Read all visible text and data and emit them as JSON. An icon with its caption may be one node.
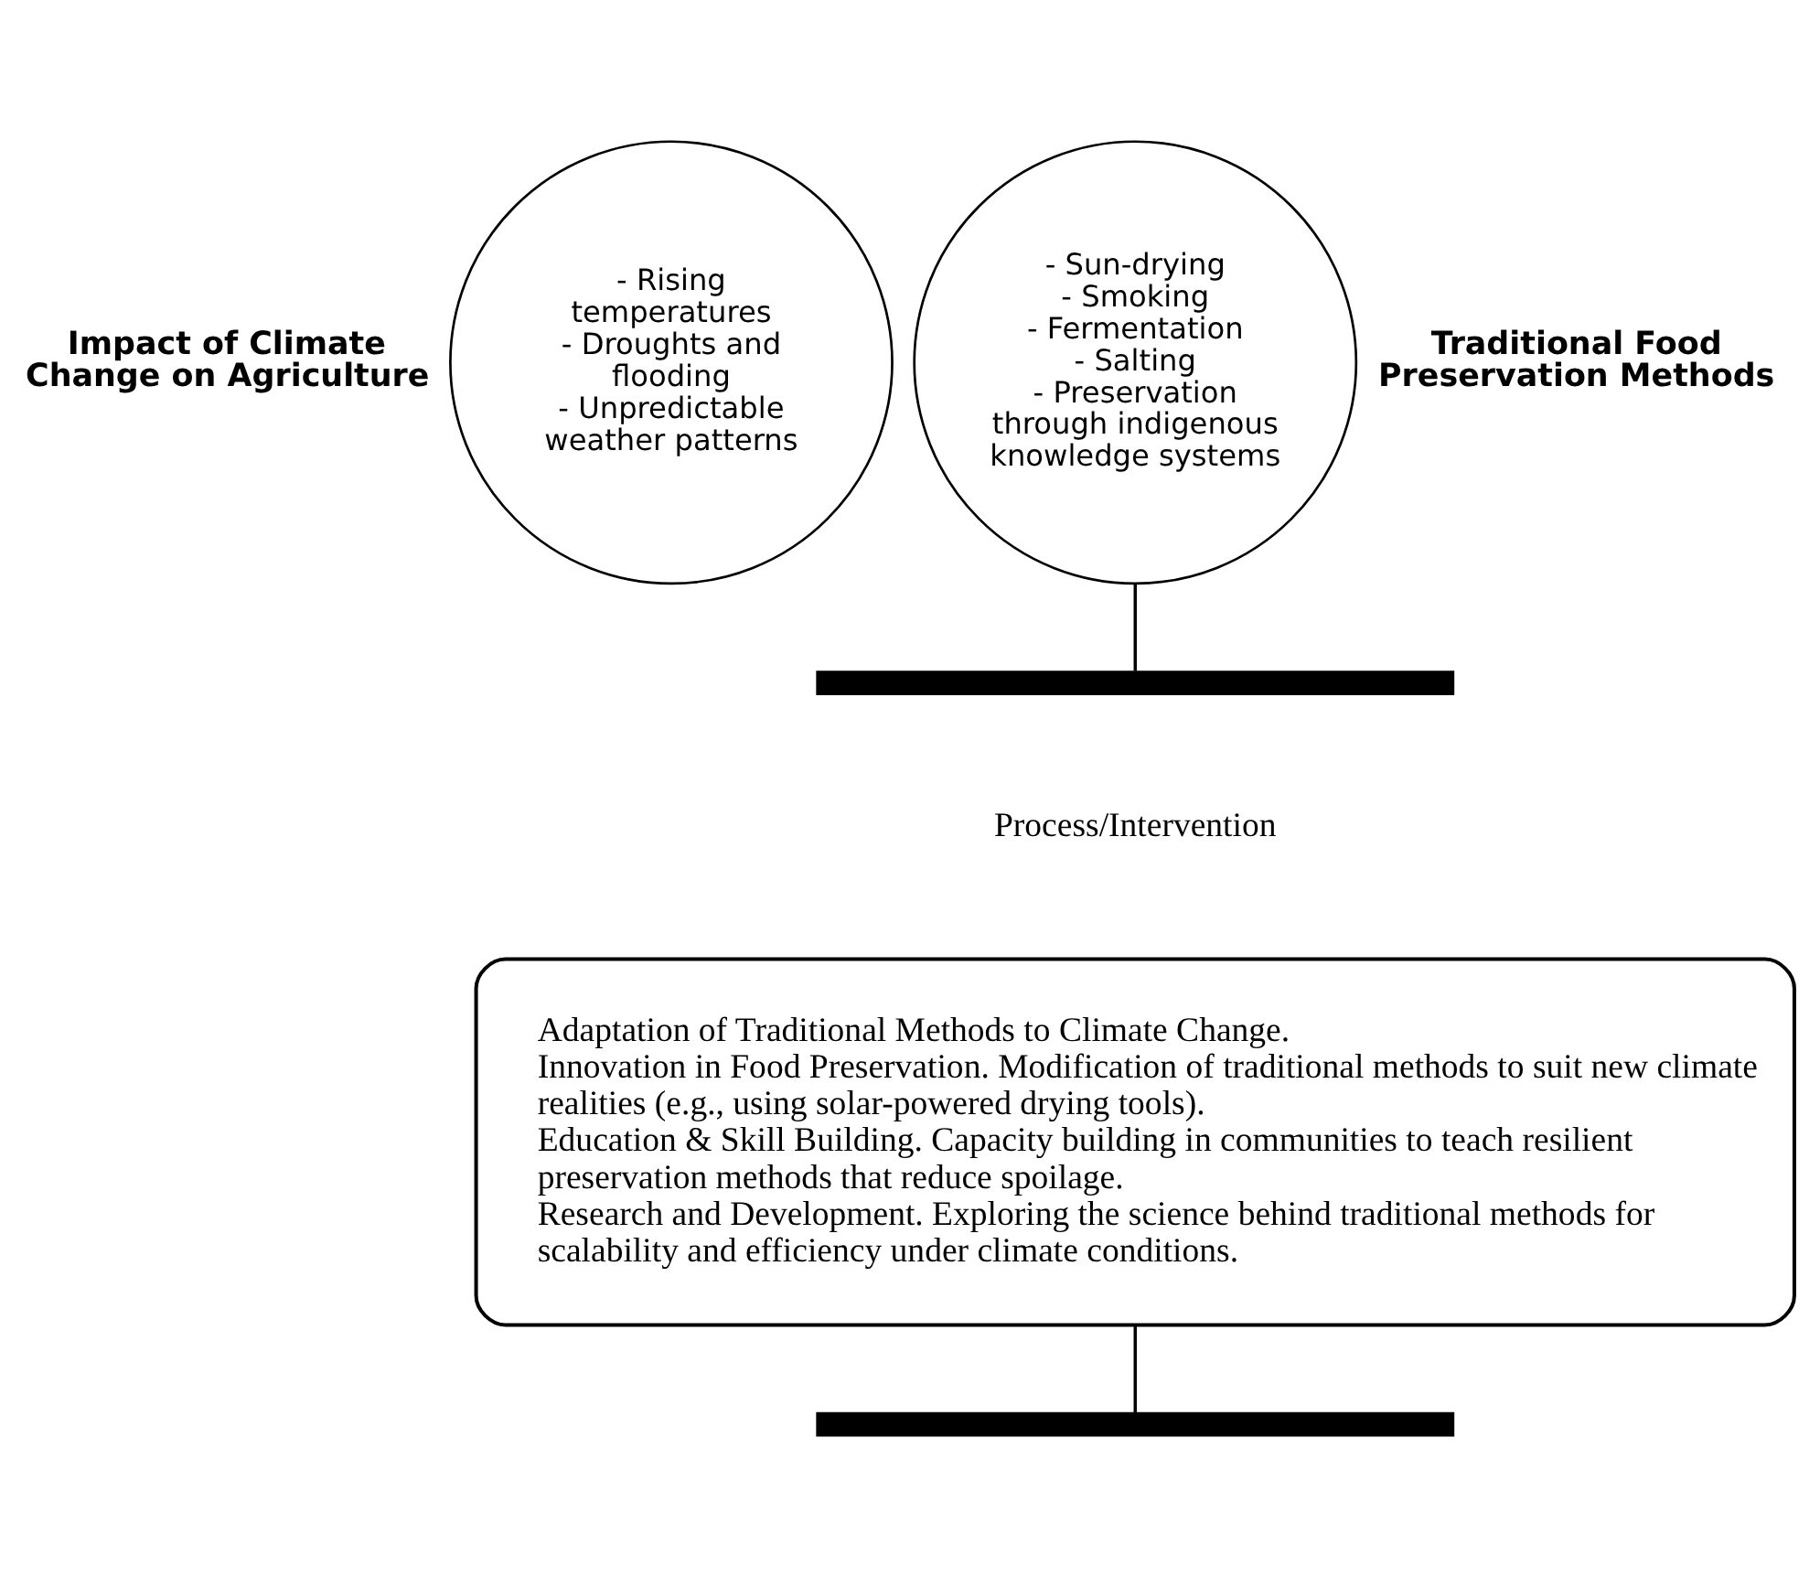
{
  "diagram": {
    "nodes": [
      {
        "text": [
          "- Rising temperatures",
          "- Droughts and flooding",
          "- Unpredictable weather patterns"
        ],
        "beside": [
          "Impact of Climate Change on Agriculture"
        ]
      },
      {
        "text": [
          "- Sun-drying",
          "- Smoking",
          "- Fermentation",
          "- Salting",
          "- Preservation through indigenous knowledge systems"
        ],
        "beside": [
          "Traditional Food Preservation Methods"
        ]
      },
      {
        "text": [],
        "shape": "bar"
      },
      {
        "text": [
          "Adaptation of Traditional Methods to Climate Change.",
          "Innovation in Food Preservation. Modification of traditional methods to suit new climate realities (e.g., using solar-powered drying tools).",
          "Education & Skill Building. Capacity building in communities to teach resilient preservation methods that reduce spoilage.",
          "Research and Development. Exploring the science behind traditional methods for scalability and efficiency under climate conditions."
        ]
      },
      {
        "text": [],
        "shape": "bar"
      }
    ],
    "edges": [
      {
        "from": 1,
        "to": 2,
        "arrow": "none"
      },
      {
        "from": 3,
        "to": 4,
        "arrow": "none"
      }
    ],
    "labels": [
      "Process/Intervention"
    ]
  }
}
